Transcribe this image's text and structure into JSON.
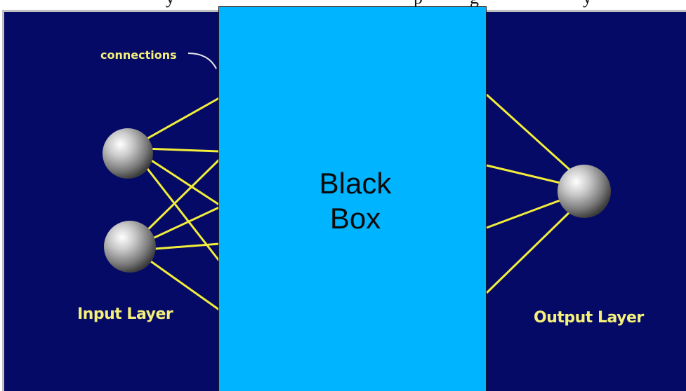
{
  "caption": {
    "fragment_left": "y",
    "fragment_mid": "p",
    "fragment_right_a": "g",
    "fragment_right_b": "y"
  },
  "labels": {
    "connections": "connections",
    "input_layer": "Input Layer",
    "output_layer": "Output Layer"
  },
  "black_box": {
    "line1": "Black",
    "line2": "Box"
  },
  "colors": {
    "panel_background": "#050a66",
    "connection_lines": "#f2ee3a",
    "label_text": "#f4f07a",
    "black_box_fill": "#00b4ff",
    "node_fill": "#b8b8b8"
  }
}
